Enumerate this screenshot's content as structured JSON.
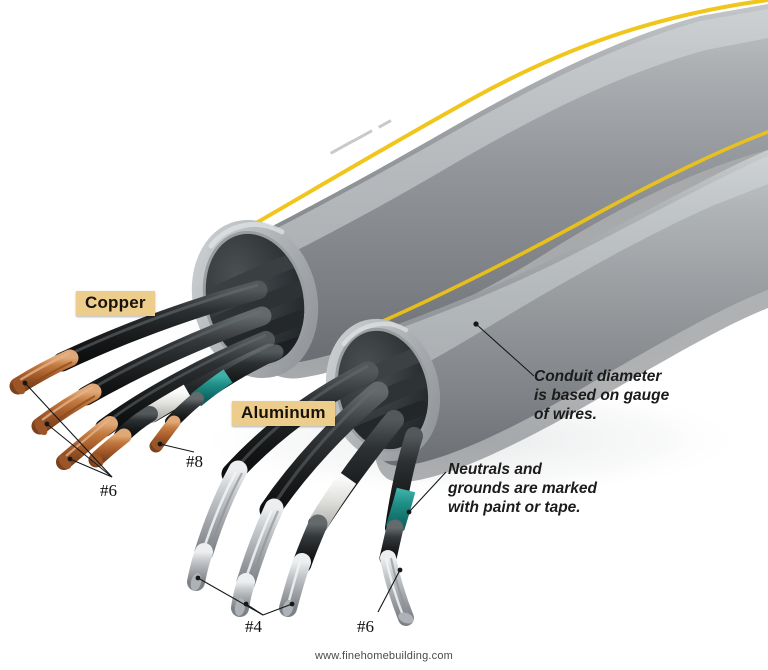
{
  "figure": {
    "subject": "Electrical conduit with copper and aluminum conductors",
    "background_color": "#ffffff"
  },
  "labels": {
    "copper": "Copper",
    "aluminum": "Aluminum",
    "chip_background": "#edcd8c",
    "chip_text_color": "#17120c"
  },
  "notes": {
    "conduit": "Conduit diameter\nis based on gauge\nof wires.",
    "neutrals": "Neutrals and\ngrounds are marked\nwith paint or tape."
  },
  "gauges": {
    "copper_large": "#6",
    "copper_small": "#8",
    "aluminum_large": "#4",
    "aluminum_small": "#6"
  },
  "credit": "www.finehomebuilding.com",
  "colors": {
    "conduit_gray": "#8e9296",
    "conduit_gray_light": "#b9bdc0",
    "conduit_gray_dark": "#6d7175",
    "conduit_bore_dark": "#2b2f30",
    "yellow_stripe": "#f0c413",
    "wire_jacket_black": "#1d1f20",
    "copper_strand": "#b4672f",
    "copper_strand_light": "#d89a62",
    "aluminum_strand": "#b9bcc0",
    "aluminum_strand_light": "#e3e5e7",
    "tape_teal": "#1d8a85",
    "tape_white": "#e8e8e6",
    "leader_line": "#15181a"
  }
}
